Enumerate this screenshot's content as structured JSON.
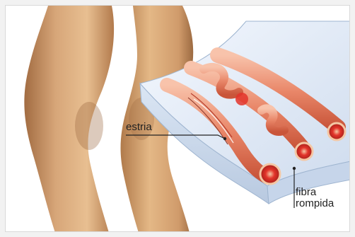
{
  "labels": {
    "estria": "estria",
    "fibra_rompida_line1": "fibra",
    "fibra_rompida_line2": "rompida"
  },
  "colors": {
    "skin_light": "#e8bf91",
    "skin_mid": "#c99566",
    "skin_shadow": "#a26c42",
    "tissue_block": "#e6f0fb",
    "tissue_edge": "#9fb5d0",
    "fiber_light": "#f6b69c",
    "fiber_mid": "#e98769",
    "fiber_dark": "#c9553a",
    "fiber_core": "#e3342a",
    "pointer_line": "#222222"
  },
  "icons": {
    "legs": "legs-illustration",
    "tissue": "muscle-tissue-cross-section"
  }
}
